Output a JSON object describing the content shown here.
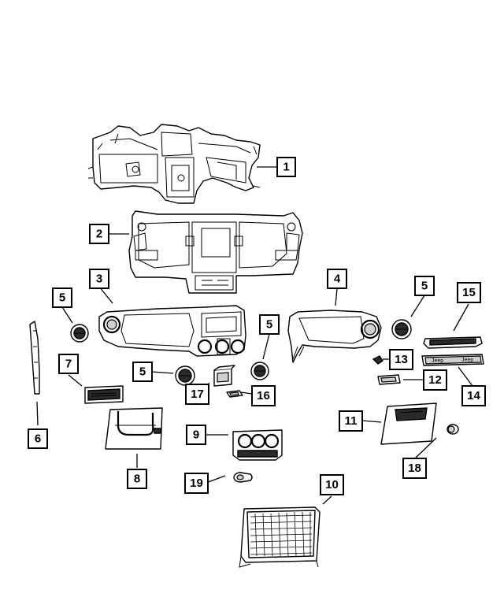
{
  "callouts": [
    {
      "id": "c1",
      "label": "1"
    },
    {
      "id": "c2",
      "label": "2"
    },
    {
      "id": "c3",
      "label": "3"
    },
    {
      "id": "c4",
      "label": "4"
    },
    {
      "id": "c5a",
      "label": "5"
    },
    {
      "id": "c5b",
      "label": "5"
    },
    {
      "id": "c5c",
      "label": "5"
    },
    {
      "id": "c5d",
      "label": "5"
    },
    {
      "id": "c6",
      "label": "6"
    },
    {
      "id": "c7",
      "label": "7"
    },
    {
      "id": "c8",
      "label": "8"
    },
    {
      "id": "c9",
      "label": "9"
    },
    {
      "id": "c10",
      "label": "10"
    },
    {
      "id": "c11",
      "label": "11"
    },
    {
      "id": "c12",
      "label": "12"
    },
    {
      "id": "c13",
      "label": "13"
    },
    {
      "id": "c14",
      "label": "14"
    },
    {
      "id": "c15",
      "label": "15"
    },
    {
      "id": "c16",
      "label": "16"
    },
    {
      "id": "c17",
      "label": "17"
    },
    {
      "id": "c18",
      "label": "18"
    },
    {
      "id": "c19",
      "label": "19"
    }
  ],
  "trim_text": {
    "brand_left": "Jeep",
    "brand_right": "Jeep"
  }
}
